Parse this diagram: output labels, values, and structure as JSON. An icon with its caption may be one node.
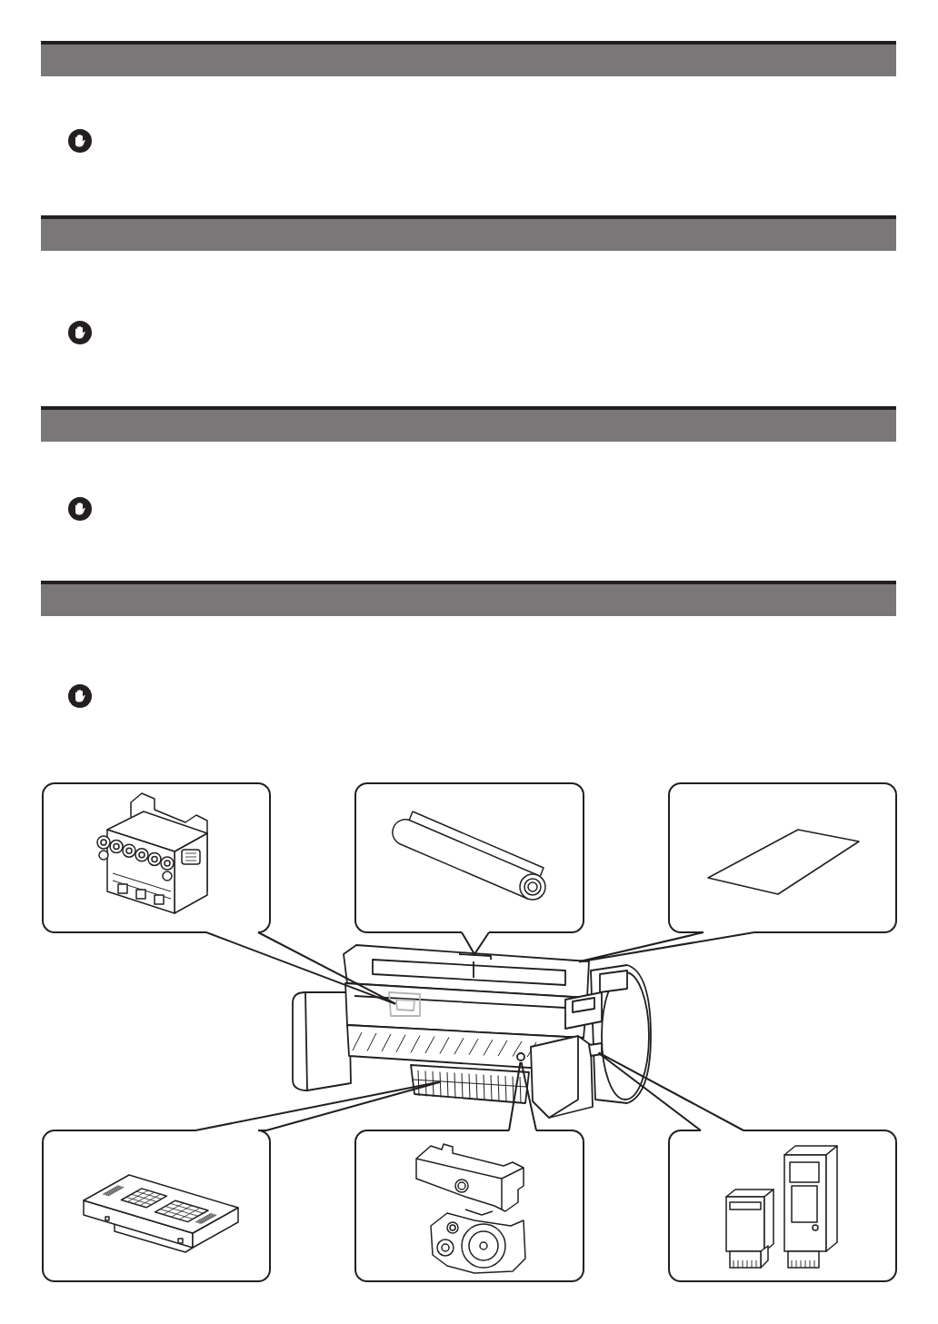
{
  "diagram": {
    "nodes": [
      {
        "text": [],
        "shape": "picture"
      },
      {
        "text": [],
        "shape": "picture"
      },
      {
        "text": [],
        "shape": "picture"
      },
      {
        "text": [],
        "shape": "picture"
      },
      {
        "text": [],
        "shape": "picture"
      },
      {
        "text": [],
        "shape": "picture"
      }
    ],
    "edges": [
      {
        "from": 0,
        "to": null,
        "arrow": "none"
      },
      {
        "from": 1,
        "to": null,
        "arrow": "to"
      },
      {
        "from": 2,
        "to": null,
        "arrow": "none"
      },
      {
        "from": 3,
        "to": null,
        "arrow": "none"
      },
      {
        "from": 4,
        "to": null,
        "arrow": "none"
      },
      {
        "from": 5,
        "to": null,
        "arrow": "none"
      }
    ]
  }
}
